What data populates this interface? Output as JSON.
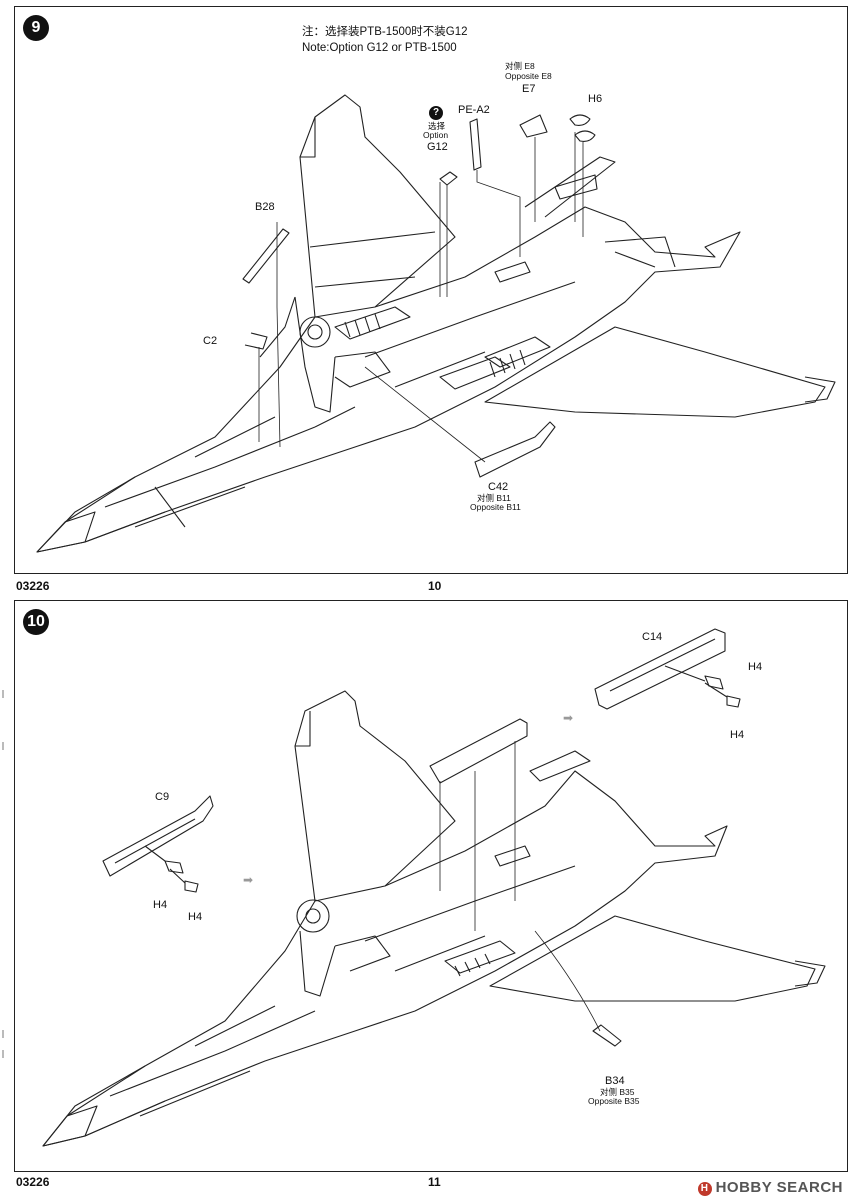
{
  "step9": {
    "number": "9",
    "note_cn": "注：选择装PTB-1500时不装G12",
    "note_en": "Note:Option G12 or PTB-1500",
    "labels": {
      "e8_cn": "对侧 E8",
      "e8_en": "Opposite E8",
      "e7": "E7",
      "h6": "H6",
      "pe_a2": "PE-A2",
      "option_cn": "选择",
      "option_en": "Option",
      "option_icon": "?",
      "g12": "G12",
      "b28": "B28",
      "c2": "C2",
      "c42": "C42",
      "b11_cn": "对侧 B11",
      "b11_en": "Opposite B11"
    }
  },
  "step10": {
    "number": "10",
    "labels": {
      "c14": "C14",
      "h4_top": "H4",
      "h4_top2": "H4",
      "c9": "C9",
      "h4_left": "H4",
      "h4_left2": "H4",
      "b34": "B34",
      "b35_cn": "对侧 B35",
      "b35_en": "Opposite B35"
    }
  },
  "footer": {
    "code_top": "03226",
    "page_top": "10",
    "code_bottom": "03226",
    "page_bottom": "11"
  },
  "watermark": {
    "logo": "H",
    "text": "HOBBY SEARCH"
  }
}
